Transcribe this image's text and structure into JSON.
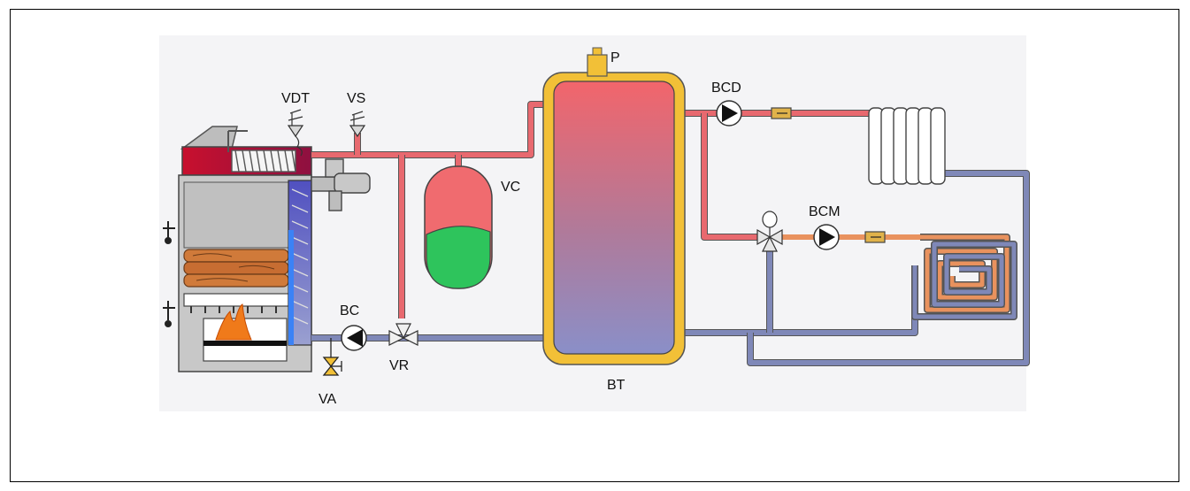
{
  "labels": {
    "vdt": "VDT",
    "vs": "VS",
    "vc": "VC",
    "p": "P",
    "bcd": "BCD",
    "bcm": "BCM",
    "bc": "BC",
    "vr": "VR",
    "va": "VA",
    "bt": "BT"
  },
  "colors": {
    "hot_pipe": "#e8696f",
    "cold_pipe": "#7f88b8",
    "tank_jacket": "#f2c037",
    "vessel_top": "#f06b6f",
    "vessel_bottom": "#2ec45c",
    "floor_heating": "#e9925e"
  }
}
